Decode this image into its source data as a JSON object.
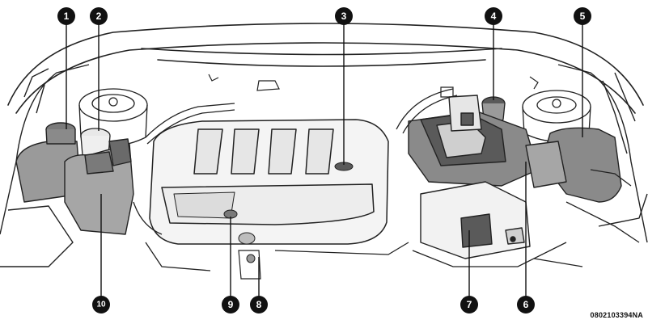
{
  "figure": {
    "code": "0802103394NA",
    "callouts": [
      "1",
      "2",
      "3",
      "4",
      "5",
      "6",
      "7",
      "8",
      "9",
      "10"
    ]
  },
  "colors": {
    "line": "#222222",
    "shade_light": "#cfcfcf",
    "shade_mid": "#9a9a9a",
    "shade_dark": "#5a5a5a",
    "background": "#ffffff",
    "callout_fill": "#111111",
    "callout_text": "#ffffff"
  }
}
